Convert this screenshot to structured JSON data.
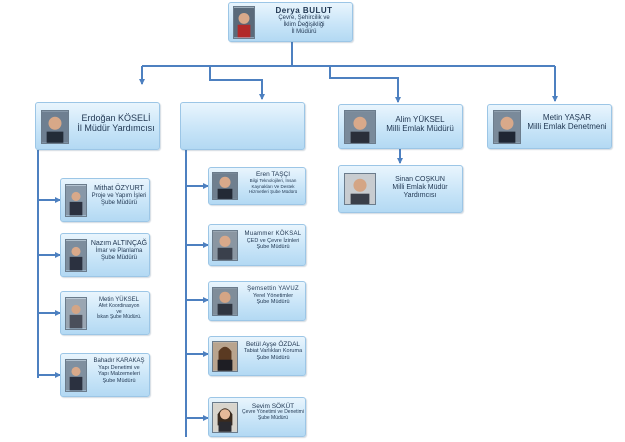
{
  "colors": {
    "line": "#4d80c0",
    "box_top": "#e9f5fd",
    "box_bottom": "#b3d9f3",
    "border": "#9cc6e6",
    "text": "#1f3550"
  },
  "top": {
    "name": "Derya BULUT",
    "title": [
      "Çevre, Şehircilik ve",
      "İklim Değişikliği",
      "İl Müdürü"
    ]
  },
  "left_head": {
    "name": "Erdoğan KÖSELİ",
    "title": [
      "İl Müdür Yardımcısı"
    ]
  },
  "center_head": {
    "name": "",
    "title": []
  },
  "right_head1": {
    "name": "Alim YÜKSEL",
    "title": [
      "Milli Emlak Müdürü"
    ]
  },
  "right_head2": {
    "name": "Metin YAŞAR",
    "title": [
      "Milli Emlak Denetmeni"
    ]
  },
  "right_sub": {
    "name": "Sinan COŞKUN",
    "title": [
      "Milli Emlak Müdür",
      "Yardımcısı"
    ]
  },
  "left_subs": [
    {
      "name": "Mithat ÖZYURT",
      "title": [
        "Proje ve Yapım İşleri",
        "Şube Müdürü"
      ]
    },
    {
      "name": "Nazım ALTINÇAĞ",
      "title": [
        "İmar ve Planlama",
        "Şube Müdürü"
      ]
    },
    {
      "name": "Metin YÜKSEL",
      "title": [
        "Afet Koordinasyon",
        "ve",
        "İskan Şube Müdürü."
      ]
    },
    {
      "name": "Bahadır KARAKAŞ",
      "title": [
        "Yapı Denetimi ve",
        "Yapı Malzemeleri",
        "Şube Müdürü"
      ]
    }
  ],
  "center_subs": [
    {
      "name": "Eren TAŞÇI",
      "title": [
        "Bilgi Teknolojileri, İnsan",
        "Kaynakları Ve Destek",
        "Hizmetleri Şube Müdürü"
      ]
    },
    {
      "name": "Muammer KÖKSAL",
      "title": [
        "ÇED ve Çevre İzinleri",
        "Şube Müdürü"
      ]
    },
    {
      "name": "Şemsettin YAVUZ",
      "title": [
        "Yerel Yönetimler",
        "Şube Müdürü"
      ]
    },
    {
      "name": "Betül Ayşe ÖZDAL",
      "title": [
        "Tabiat Varlıkları Koruma",
        "Şube Müdürü"
      ]
    },
    {
      "name": "Sevim SÖKÜT",
      "title": [
        "Çevre Yönetimi ve Denetimi",
        "Şube Müdürü"
      ]
    }
  ]
}
